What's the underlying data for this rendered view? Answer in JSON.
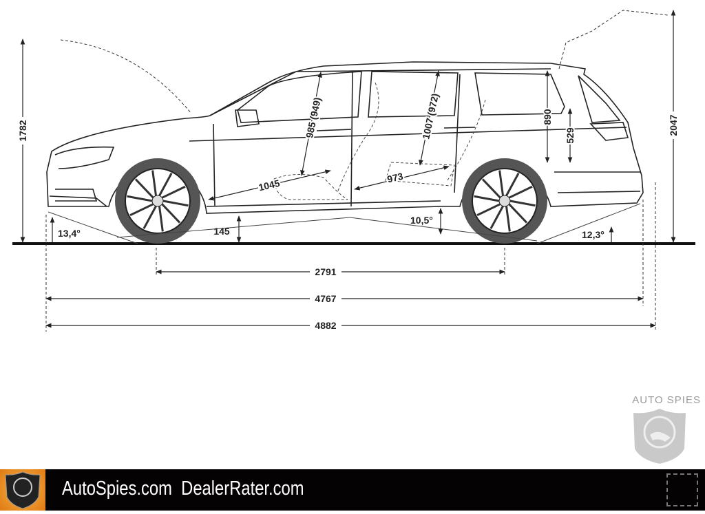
{
  "dimensions": {
    "height": "1782",
    "height_open_tailgate": "2047",
    "wheelbase": "2791",
    "length": "4767",
    "length_total": "4882",
    "ground_clearance": "145",
    "approach_angle": "13,4°",
    "ramp_angle": "10,5°",
    "departure_angle": "12,3°",
    "front_headroom": "985 (949)",
    "rear_headroom": "1007 (972)",
    "front_legroom": "1045",
    "rear_legroom": "973",
    "boot_opening_height": "890",
    "loading_sill_height": "529"
  },
  "watermark": {
    "text": "AUTO SPIES"
  },
  "banner": {
    "text": "AutoSpies.com  DealerRater.com"
  }
}
